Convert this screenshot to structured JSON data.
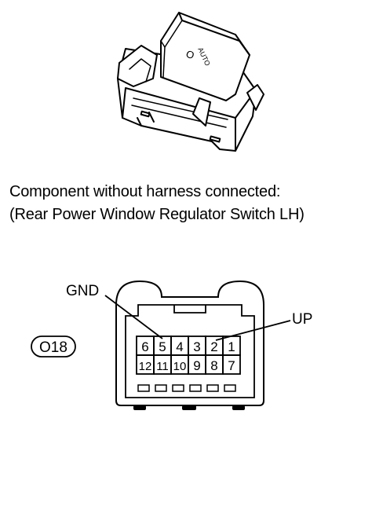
{
  "caption": {
    "line1": "Component without harness connected:",
    "line2": "(Rear Power Window Regulator Switch LH)"
  },
  "switch_marking": "O",
  "switch_text": "AUTO",
  "connector": {
    "id": "O18",
    "pins_top": [
      "6",
      "5",
      "4",
      "3",
      "2",
      "1"
    ],
    "pins_bottom": [
      "12",
      "11",
      "10",
      "9",
      "8",
      "7"
    ],
    "callouts": {
      "gnd": "GND",
      "up": "UP"
    }
  }
}
